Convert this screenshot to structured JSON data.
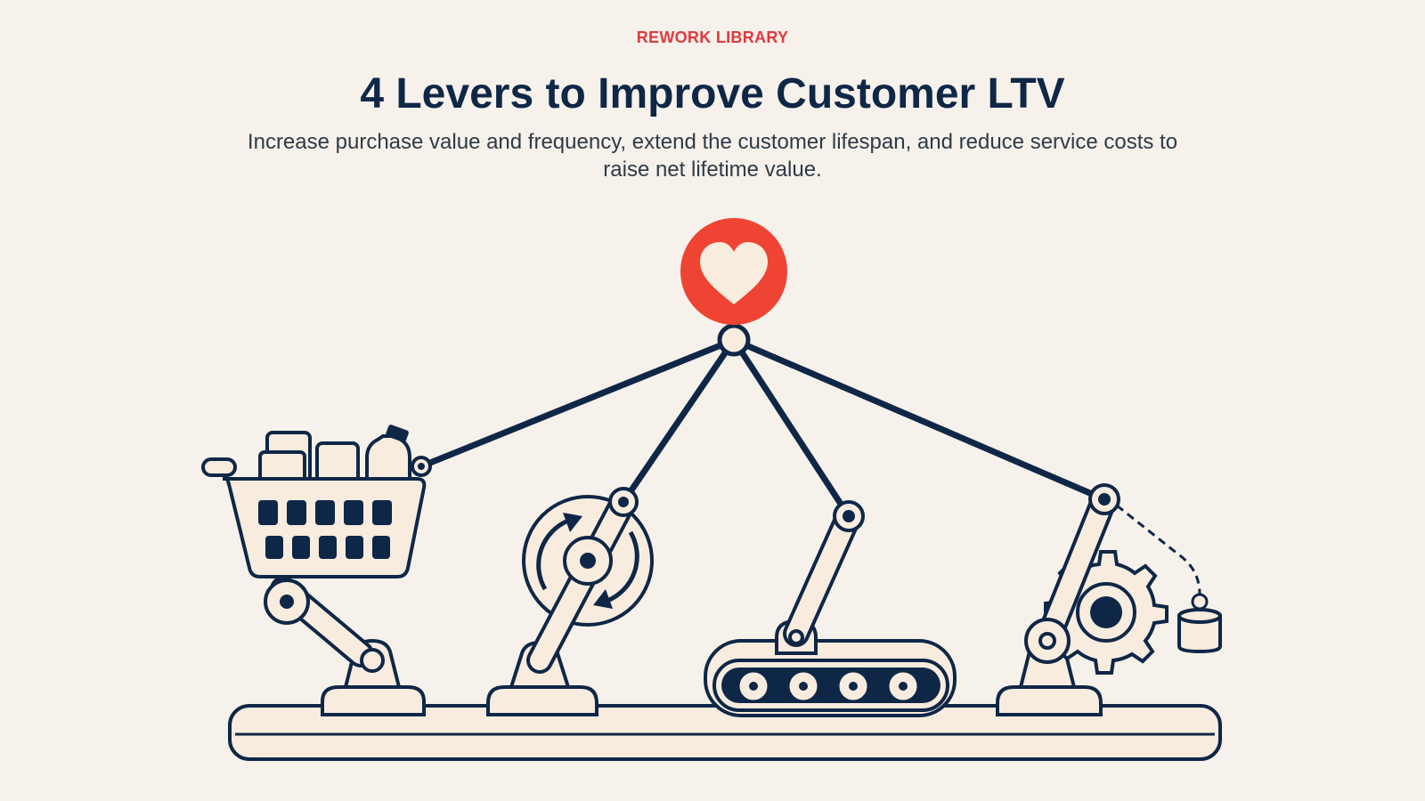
{
  "header": {
    "eyebrow": "REWORK LIBRARY",
    "title": "4 Levers to Improve Customer LTV",
    "subtitle": "Increase purchase value and frequency, extend the customer lifespan, and reduce service costs to raise net lifetime value."
  },
  "colors": {
    "background": "#f6f1ea",
    "ink": "#0f2747",
    "accent": "#ef4433",
    "fill": "#f8ecdf"
  },
  "icons": {
    "hub": "heart-icon",
    "lever_1": "shopping-cart-icon",
    "lever_2": "refresh-cycle-icon",
    "lever_3": "conveyor-belt-icon",
    "lever_4": "gear-weight-icon"
  }
}
